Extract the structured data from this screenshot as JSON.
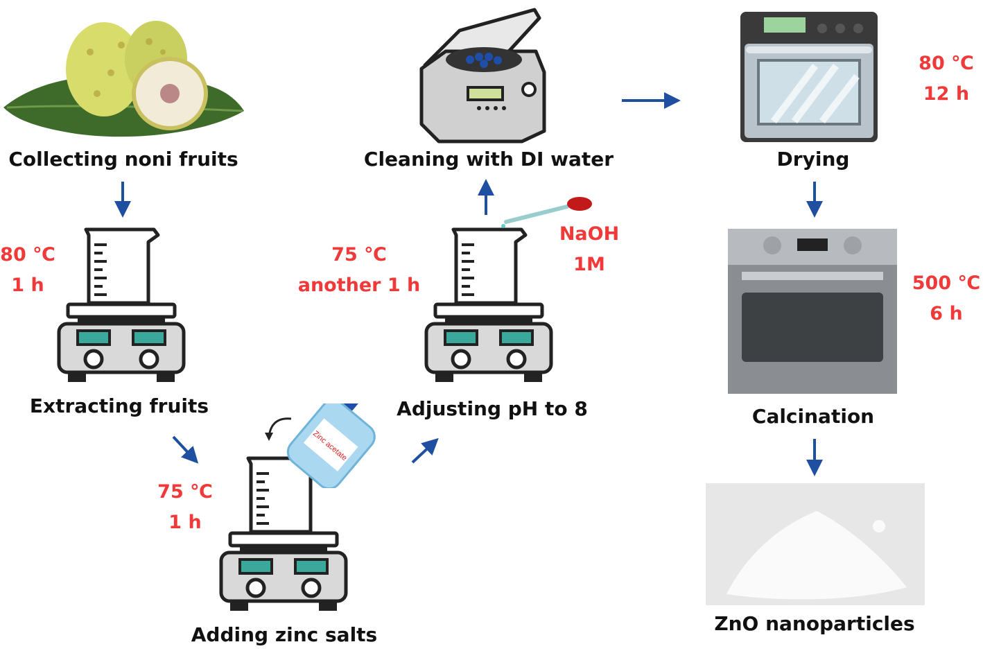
{
  "steps": {
    "collect": "Collecting noni fruits",
    "extract": "Extracting fruits",
    "zinc": "Adding zinc salts",
    "ph": "Adjusting pH to 8",
    "clean": "Cleaning with DI water",
    "dry": "Drying",
    "calcine": "Calcination",
    "product": "ZnO nanoparticles"
  },
  "conditions": {
    "extract": {
      "temp": "80 ℃",
      "time": "1 h"
    },
    "zinc": {
      "temp": "75 ℃",
      "time": "1 h"
    },
    "ph": {
      "temp": "75 ℃",
      "time": "another 1 h"
    },
    "naoh": {
      "reagent": "NaOH",
      "conc": "1M"
    },
    "dry": {
      "temp": "80 ℃",
      "time": "12 h"
    },
    "calcine": {
      "temp": "500 ℃",
      "time": "6 h"
    }
  },
  "bottle_label": "Zinc acetate",
  "colors": {
    "arrow": "#1f4fa0",
    "condition": "#f03a3a"
  }
}
